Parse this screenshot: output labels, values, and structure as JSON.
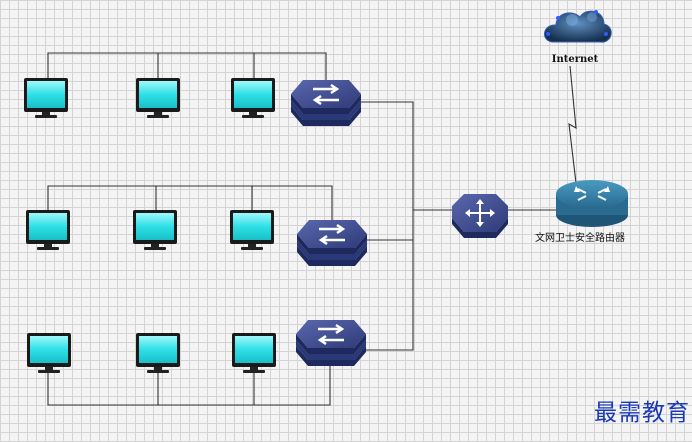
{
  "labels": {
    "internet": "Internet",
    "router": "文网卫士安全路由器",
    "watermark": "最需教育"
  },
  "devices": {
    "cloud": "cloud-icon",
    "router": "router-icon",
    "core_switch": "core-switch-icon",
    "switches": [
      "workgroup-switch-icon",
      "workgroup-switch-icon",
      "workgroup-switch-icon"
    ],
    "monitors": [
      "monitor-icon",
      "monitor-icon",
      "monitor-icon",
      "monitor-icon",
      "monitor-icon",
      "monitor-icon",
      "monitor-icon",
      "monitor-icon",
      "monitor-icon"
    ]
  },
  "colors": {
    "background": "#f4f4f4",
    "grid": "#d4d4d4",
    "line": "#333333",
    "monitor_screen": "#2ee0e6",
    "switch": "#3d4a8c",
    "router": "#2d6e96",
    "cloud": "#1c3a63",
    "watermark": "#1a38b8"
  }
}
